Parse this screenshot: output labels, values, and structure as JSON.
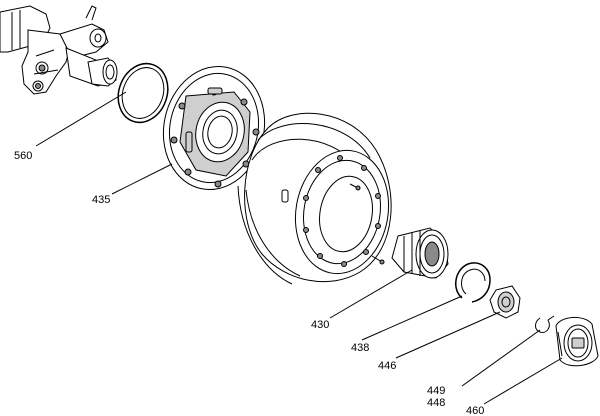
{
  "diagram": {
    "labels": {
      "p560": "560",
      "p435": "435",
      "p430": "430",
      "p438": "438",
      "p446": "446",
      "p449": "449",
      "p448": "448",
      "p460": "460"
    },
    "parts": [
      "axle-knuckle",
      "o-ring",
      "brake-anchor-plate",
      "brake-drum",
      "wheel-bearing",
      "snap-ring",
      "axle-nut",
      "cotter-clip",
      "hub-cap"
    ]
  }
}
